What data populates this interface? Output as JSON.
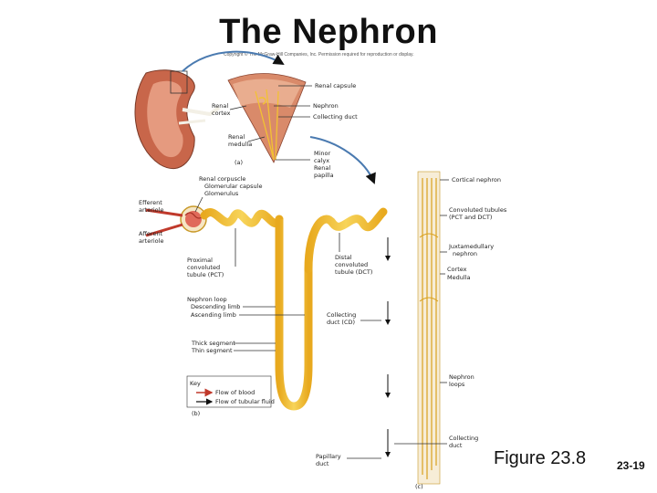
{
  "title": "The Nephron",
  "copyright": "Copyright © The McGraw-Hill Companies, Inc. Permission required for reproduction or display.",
  "labels": {
    "renal_capsule": "Renal capsule",
    "renal_cortex_1": "Renal",
    "renal_cortex_2": "cortex",
    "nephron": "Nephron",
    "collecting_duct": "Collecting duct",
    "renal_medulla_1": "Renal",
    "renal_medulla_2": "medulla",
    "panel_a": "(a)",
    "minor_calyx": "Minor",
    "minor_calyx_2": "calyx",
    "renal_papilla_1": "Renal",
    "renal_papilla_2": "papilla",
    "cortical_nephron": "Cortical nephron",
    "renal_corpuscle": "Renal corpuscle",
    "glomerular_capsule": "Glomerular capsule",
    "glomerulus": "Glomerulus",
    "efferent_1": "Efferent",
    "efferent_2": "arteriole",
    "afferent_1": "Afferent",
    "afferent_2": "arteriole",
    "convoluted_tubules_1": "Convoluted tubules",
    "convoluted_tubules_2": "(PCT and DCT)",
    "juxtamedullary_1": "Juxtamedullary",
    "juxtamedullary_2": "nephron",
    "pct_1": "Proximal",
    "pct_2": "convoluted",
    "pct_3": "tubule (PCT)",
    "dct_1": "Distal",
    "dct_2": "convoluted",
    "dct_3": "tubule (DCT)",
    "cortex_1": "Cortex",
    "medulla_2": "Medulla",
    "loop_1": "Nephron loop",
    "loop_2": "Descending limb",
    "loop_3": "Ascending limb",
    "cd_1": "Collecting",
    "cd_2": "duct (CD)",
    "thick_segment": "Thick segment",
    "thin_segment": "Thin segment",
    "nephron_loops_1": "Nephron",
    "nephron_loops_2": "loops",
    "key": "Key",
    "key_blood": "Flow of blood",
    "key_tubular": "Flow of tubular fluid",
    "panel_b": "(b)",
    "collecting_duct_c_1": "Collecting",
    "collecting_duct_c_2": "duct",
    "papillary_1": "Papillary",
    "papillary_2": "duct",
    "panel_c": "(c)"
  },
  "figure_caption": "Figure 23.8",
  "page_number": "23-19",
  "colors": {
    "tubule": "#f2c233",
    "tubule_dark": "#d9a11e",
    "blood": "#c0392b",
    "kidney": "#c8664a",
    "cortex_wedge": "#d98a6a"
  }
}
